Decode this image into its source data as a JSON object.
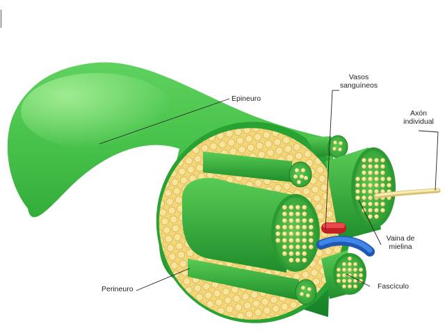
{
  "labels": {
    "epineuro": "Epineuro",
    "vasos_1": "Vasos",
    "vasos_2": "sanguíneos",
    "axon_1": "Axón",
    "axon_2": "individual",
    "vaina_1": "Vaina de",
    "vaina_2": "mielina",
    "perineuro": "Perineuro",
    "fasciculo": "Fascículo"
  },
  "colors": {
    "nerve_green": "#3cb43c",
    "nerve_dark": "#1e8a26",
    "fat_yellow": "#f3d77a",
    "axon_yellow": "#f1e7a0",
    "artery_red": "#d8262b",
    "vein_blue": "#2b6fd1",
    "leader_line": "#222222"
  }
}
